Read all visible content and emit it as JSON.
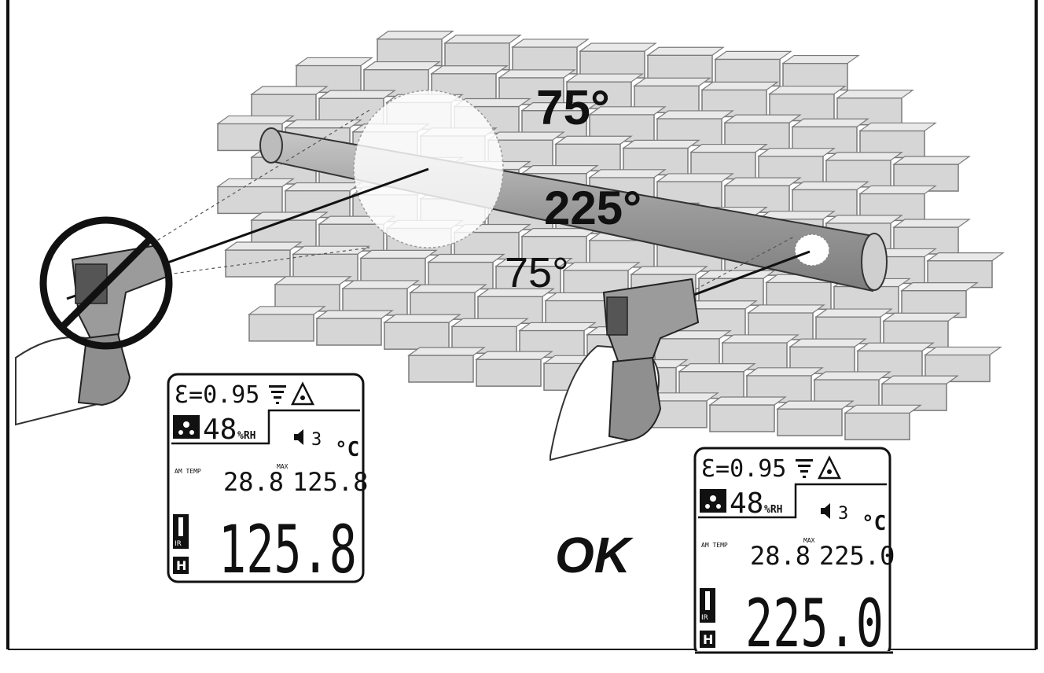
{
  "labels": {
    "wall_top": "75°",
    "pipe": "225°",
    "wall_bottom": "75°",
    "ok": "OK"
  },
  "lcd_left": {
    "emissivity": "Ɛ=0.95",
    "humidity": "48",
    "humidity_unit": "%RH",
    "alarm_level": "3",
    "temp_unit": "°C",
    "am_temp_label": "AM TEMP",
    "am_temp": "28.8",
    "max_label": "MAX",
    "max": "125.8",
    "ir_label": "IR",
    "hold_label": "H",
    "main_reading": "125.8"
  },
  "lcd_right": {
    "emissivity": "Ɛ=0.95",
    "humidity": "48",
    "humidity_unit": "%RH",
    "alarm_level": "3",
    "temp_unit": "°C",
    "am_temp_label": "AM TEMP",
    "am_temp": "28.8",
    "max_label": "MAX",
    "max": "225.0",
    "ir_label": "IR",
    "hold_label": "H",
    "main_reading": "225.0"
  },
  "colors": {
    "brick_fill": "#d6d6d6",
    "brick_stroke": "#7a7a7a",
    "pipe_fill": "#a9a9a9",
    "ink": "#111111"
  }
}
